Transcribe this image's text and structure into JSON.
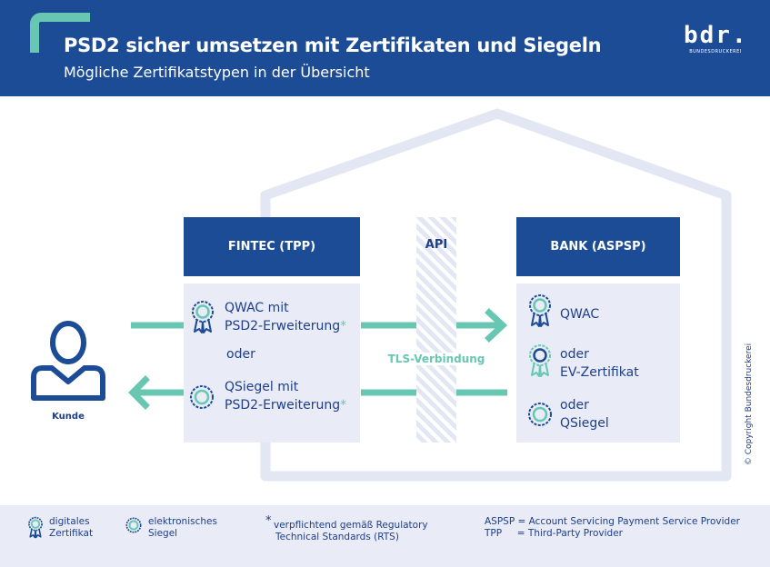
{
  "header": {
    "title": "PSD2 sicher umsetzen mit Zertifikaten und Siegeln",
    "subtitle": "Mögliche Zertifikatstypen in der Übersicht",
    "logo_text": "bdr.",
    "logo_sub": "BUNDESDRUCKEREI"
  },
  "fintec": {
    "title": "FINTEC (TPP)",
    "item1_line1": "QWAC mit",
    "item1_line2": "PSD2-Erweiterung",
    "or": "oder",
    "item2_line1": "QSiegel mit",
    "item2_line2": "PSD2-Erweiterung",
    "asterisk": "*"
  },
  "api": {
    "label": "API",
    "tls": "TLS-Verbindung"
  },
  "bank": {
    "title": "BANK (ASPSP)",
    "item1": "QWAC",
    "item2_line1": "oder",
    "item2_line2": "EV-Zertifikat",
    "item3_line1": "oder",
    "item3_line2": "QSiegel"
  },
  "customer": {
    "label": "Kunde"
  },
  "copyright": "© Copyright Bundesdruckerei",
  "legend": {
    "digital_line1": "digitales",
    "digital_line2": "Zertifikat",
    "seal_line1": "elektronisches",
    "seal_line2": "Siegel",
    "asterisk": "*",
    "rts_line1": "verpflichtend gemäß Regulatory",
    "rts_line2": "Technical Standards (RTS)",
    "aspsp": "ASPSP = Account Servicing Payment Service Provider",
    "tpp": "TPP     = Third-Party Provider"
  },
  "colors": {
    "brand_blue": "#1c4c96",
    "accent_teal": "#67c7b3",
    "panel": "#e9ebf6"
  },
  "icons": [
    "award-ribbon-icon",
    "seal-icon",
    "person-icon",
    "arrow-right-icon",
    "arrow-left-icon"
  ]
}
